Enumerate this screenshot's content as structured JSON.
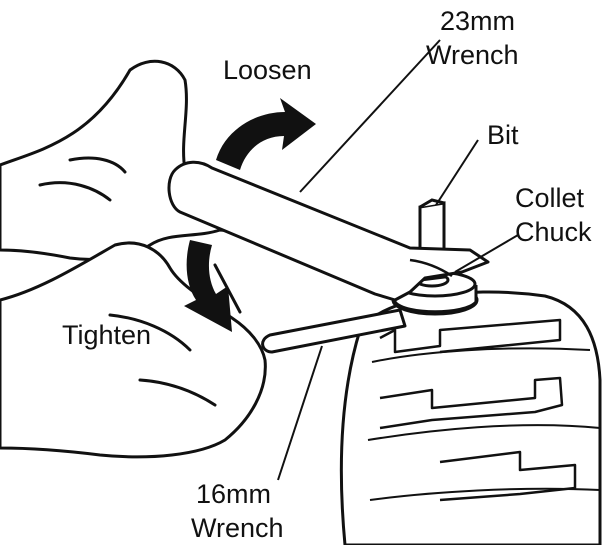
{
  "labels": {
    "loosen": "Loosen",
    "tighten": "Tighten",
    "wrench_23mm": [
      "23mm",
      "Wrench"
    ],
    "bit": "Bit",
    "collet_chuck": [
      "Collet",
      "Chuck"
    ],
    "wrench_16mm": [
      "16mm",
      "Wrench"
    ]
  },
  "arrows": {
    "loosen_direction": "up-right",
    "tighten_direction": "down"
  },
  "colors": {
    "ink": "#111111",
    "paper": "#ffffff"
  }
}
